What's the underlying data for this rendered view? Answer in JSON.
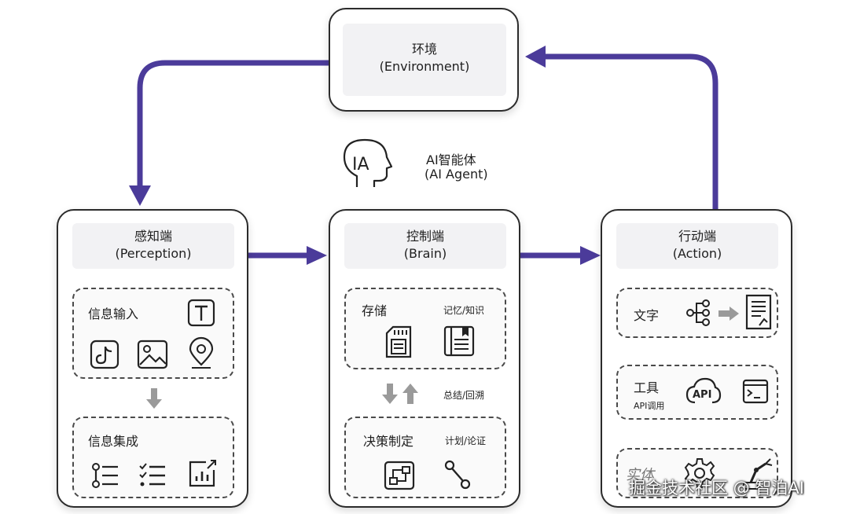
{
  "environment": {
    "title": "环境",
    "subtitle": "(Environment)"
  },
  "agent": {
    "icon_text": "IA",
    "title": "AI智能体",
    "subtitle": "(AI Agent)"
  },
  "perception": {
    "title": "感知端",
    "subtitle": "(Perception)",
    "input_label": "信息输入",
    "integration_label": "信息集成"
  },
  "brain": {
    "title": "控制端",
    "subtitle": "(Brain)",
    "storage_label": "存储",
    "storage_note": "记忆/知识",
    "loop_note": "总结/回溯",
    "decision_label": "决策制定",
    "decision_note": "计划/论证"
  },
  "action": {
    "title": "行动端",
    "subtitle": "(Action)",
    "text_label": "文字",
    "tools_label": "工具",
    "tools_note": "API调用",
    "api_icon_text": "API",
    "embodied_label": "实体"
  },
  "watermark": "掘金技术社区 @ 智泊AI",
  "colors": {
    "arrow": "#4b3b9a",
    "gray_arrow": "#9a9a9a",
    "border": "#2b2b2b"
  }
}
